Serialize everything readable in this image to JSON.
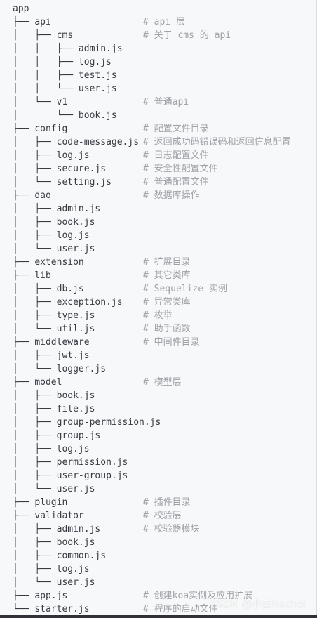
{
  "watermark": "CSDN @小白Rachel",
  "colors": {
    "background": "#f6f8fa",
    "text": "#383a42",
    "comment": "#a0a1a7"
  },
  "lines": [
    {
      "tree": "",
      "name": "app",
      "comment": ""
    },
    {
      "tree": "├── ",
      "name": "api",
      "comment": "# api 层"
    },
    {
      "tree": "│   ├── ",
      "name": "cms",
      "comment": "# 关于 cms 的 api"
    },
    {
      "tree": "│   │   ├── ",
      "name": "admin.js",
      "comment": ""
    },
    {
      "tree": "│   │   ├── ",
      "name": "log.js",
      "comment": ""
    },
    {
      "tree": "│   │   ├── ",
      "name": "test.js",
      "comment": ""
    },
    {
      "tree": "│   │   └── ",
      "name": "user.js",
      "comment": ""
    },
    {
      "tree": "│   └── ",
      "name": "v1",
      "comment": "# 普通api"
    },
    {
      "tree": "│       └── ",
      "name": "book.js",
      "comment": ""
    },
    {
      "tree": "├── ",
      "name": "config",
      "comment": "# 配置文件目录"
    },
    {
      "tree": "│   ├── ",
      "name": "code-message.js",
      "comment": "# 返回成功码错误码和返回信息配置"
    },
    {
      "tree": "│   ├── ",
      "name": "log.js",
      "comment": "# 日志配置文件"
    },
    {
      "tree": "│   ├── ",
      "name": "secure.js",
      "comment": "# 安全性配置文件"
    },
    {
      "tree": "│   └── ",
      "name": "setting.js",
      "comment": "# 普通配置文件"
    },
    {
      "tree": "├── ",
      "name": "dao",
      "comment": "# 数据库操作"
    },
    {
      "tree": "│   ├── ",
      "name": "admin.js",
      "comment": ""
    },
    {
      "tree": "│   ├── ",
      "name": "book.js",
      "comment": ""
    },
    {
      "tree": "│   ├── ",
      "name": "log.js",
      "comment": ""
    },
    {
      "tree": "│   └── ",
      "name": "user.js",
      "comment": ""
    },
    {
      "tree": "├── ",
      "name": "extension",
      "comment": "# 扩展目录"
    },
    {
      "tree": "├── ",
      "name": "lib",
      "comment": "# 其它类库"
    },
    {
      "tree": "│   ├── ",
      "name": "db.js",
      "comment": "# Sequelize 实例"
    },
    {
      "tree": "│   ├── ",
      "name": "exception.js",
      "comment": "# 异常类库"
    },
    {
      "tree": "│   ├── ",
      "name": "type.js",
      "comment": "# 枚举"
    },
    {
      "tree": "│   └── ",
      "name": "util.js",
      "comment": "# 助手函数"
    },
    {
      "tree": "├── ",
      "name": "middleware",
      "comment": "# 中间件目录"
    },
    {
      "tree": "│   ├── ",
      "name": "jwt.js",
      "comment": ""
    },
    {
      "tree": "│   └── ",
      "name": "logger.js",
      "comment": ""
    },
    {
      "tree": "├── ",
      "name": "model",
      "comment": "# 模型层"
    },
    {
      "tree": "│   ├── ",
      "name": "book.js",
      "comment": ""
    },
    {
      "tree": "│   ├── ",
      "name": "file.js",
      "comment": ""
    },
    {
      "tree": "│   ├── ",
      "name": "group-permission.js",
      "comment": ""
    },
    {
      "tree": "│   ├── ",
      "name": "group.js",
      "comment": ""
    },
    {
      "tree": "│   ├── ",
      "name": "log.js",
      "comment": ""
    },
    {
      "tree": "│   ├── ",
      "name": "permission.js",
      "comment": ""
    },
    {
      "tree": "│   ├── ",
      "name": "user-group.js",
      "comment": ""
    },
    {
      "tree": "│   └── ",
      "name": "user.js",
      "comment": ""
    },
    {
      "tree": "├── ",
      "name": "plugin",
      "comment": "# 插件目录"
    },
    {
      "tree": "├── ",
      "name": "validator",
      "comment": "# 校验层"
    },
    {
      "tree": "│   ├── ",
      "name": "admin.js",
      "comment": "# 校验器模块"
    },
    {
      "tree": "│   ├── ",
      "name": "book.js",
      "comment": ""
    },
    {
      "tree": "│   ├── ",
      "name": "common.js",
      "comment": ""
    },
    {
      "tree": "│   ├── ",
      "name": "log.js",
      "comment": ""
    },
    {
      "tree": "│   └── ",
      "name": "user.js",
      "comment": ""
    },
    {
      "tree": "├── ",
      "name": "app.js",
      "comment": "# 创建koa实例及应用扩展"
    },
    {
      "tree": "└── ",
      "name": "starter.js",
      "comment": "# 程序的启动文件"
    }
  ]
}
